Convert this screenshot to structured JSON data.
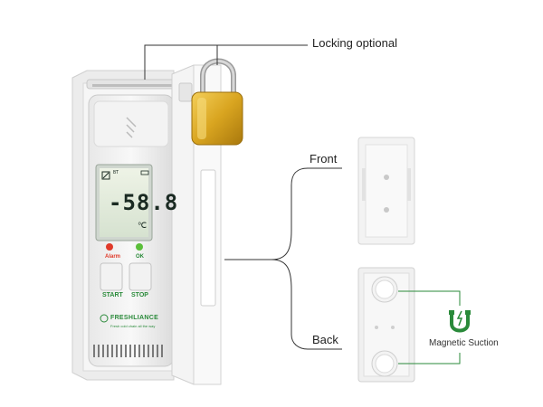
{
  "callouts": {
    "locking": "Locking optional",
    "front": "Front",
    "back": "Back",
    "magnetic": "Magnetic Suction"
  },
  "device": {
    "display_value": "-58.8",
    "display_unit": "℃",
    "display_tag": "BT",
    "alarm_label": "Alarm",
    "ok_label": "OK",
    "start_label": "START",
    "stop_label": "STOP",
    "brand": "FRESHLIANCE",
    "slogan": "Fresh cold chain all the way"
  },
  "colors": {
    "brand_green": "#2a8a3a",
    "alarm_red": "#e03a2a",
    "ok_green": "#5bbf3a",
    "padlock_gold": "#d9a520",
    "bracket_white": "#f2f2f2",
    "line": "#333333"
  },
  "icons": {
    "magnetic": "magnet-icon"
  }
}
